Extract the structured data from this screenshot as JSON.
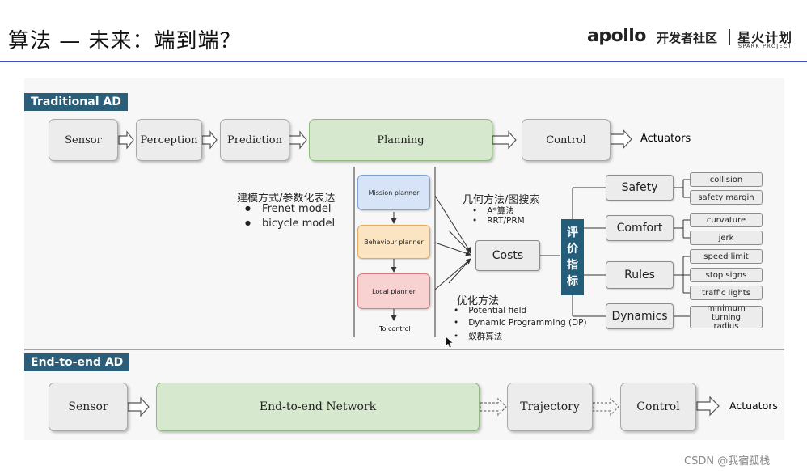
{
  "header": {
    "title": "算法 — 未来：端到端？",
    "logo_apollo": "apollo",
    "logo_dev": "开发者社区",
    "logo_spark_cn": "星火计划",
    "logo_spark_en": "SPARK PROJECT"
  },
  "traditional": {
    "tag": "Traditional AD",
    "pipeline": [
      "Sensor",
      "Perception",
      "Prediction",
      "Planning",
      "Control"
    ],
    "actuators": "Actuators",
    "modeling": {
      "title": "建模方式/参数化表达",
      "items": [
        "Frenet model",
        "bicycle model"
      ]
    },
    "planners": [
      "Mission planner",
      "Behaviour planner",
      "Local planner"
    ],
    "to_control": "To control",
    "geometric": {
      "title": "几何方法/图搜索",
      "items": [
        "A*算法",
        "RRT/PRM"
      ]
    },
    "optimization": {
      "title": "优化方法",
      "items": [
        "Potential field",
        "Dynamic Programming (DP)",
        "蚁群算法"
      ]
    },
    "costs": "Costs",
    "metric_chars": [
      "评",
      "价",
      "指",
      "标"
    ],
    "metrics": [
      {
        "name": "Safety",
        "subs": [
          "collision",
          "safety margin"
        ]
      },
      {
        "name": "Comfort",
        "subs": [
          "curvature",
          "jerk"
        ]
      },
      {
        "name": "Rules",
        "subs": [
          "speed limit",
          "stop signs",
          "traffic lights"
        ]
      },
      {
        "name": "Dynamics",
        "subs": [
          "minimum turning radius"
        ]
      }
    ]
  },
  "e2e": {
    "tag": "End-to-end AD",
    "pipeline": [
      "Sensor",
      "End-to-end Network",
      "Trajectory",
      "Control"
    ],
    "actuators": "Actuators"
  },
  "watermark": "CSDN @我宿孤栈",
  "colors": {
    "tag_bg": "#2b5e78",
    "planning_green": "#d6e9cf",
    "metric_box": "#245d7a",
    "header_rule": "#3f51b5"
  }
}
